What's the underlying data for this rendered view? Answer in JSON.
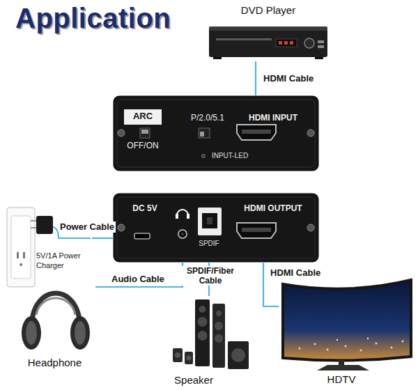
{
  "diagram": {
    "title": "Application",
    "nodes": [
      {
        "text": [
          "DVD Player"
        ]
      },
      {
        "text": [
          "ARC",
          "OFF/ON",
          "P/2.0/5.1",
          "HDMI INPUT",
          "INPUT-LED"
        ]
      },
      {
        "text": [
          "DC 5V",
          "SPDIF",
          "HDMI OUTPUT"
        ]
      },
      {
        "text": [
          "5V/1A Power Charger"
        ]
      },
      {
        "text": [
          "Headphone"
        ]
      },
      {
        "text": [
          "Speaker"
        ]
      },
      {
        "text": [
          "HDTV"
        ]
      }
    ],
    "edges": [
      {
        "from": 0,
        "to": 1,
        "arrow": "none",
        "label": "HDMI Cable"
      },
      {
        "from": 3,
        "to": 2,
        "arrow": "none",
        "label": "Power Cable"
      },
      {
        "from": 2,
        "to": 4,
        "arrow": "none",
        "label": "Audio Cable"
      },
      {
        "from": 2,
        "to": 5,
        "arrow": "none",
        "label": "SPDIF/Fiber Cable"
      },
      {
        "from": 2,
        "to": 6,
        "arrow": "none",
        "label": "HDMI Cable"
      }
    ]
  }
}
